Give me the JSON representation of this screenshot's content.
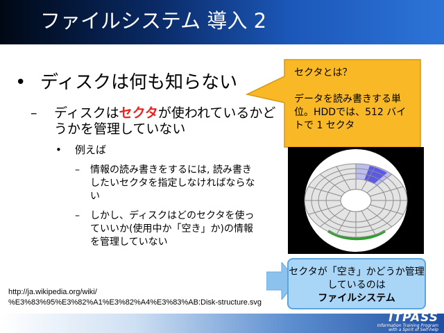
{
  "header": {
    "title": "ファイルシステム 導入 2"
  },
  "bullets": {
    "level1": {
      "mark": "•",
      "text": "ディスクは何も知らない"
    },
    "level2": {
      "dash": "–",
      "pre": "ディスクは",
      "highlight": "セクタ",
      "post": "が使われているかどうかを管理していない"
    },
    "level3": {
      "mark": "•",
      "text": "例えば"
    },
    "level4": [
      {
        "dash": "–",
        "text": "情報の読み書きをするには, 読み書きしたいセクタを指定しなければならない"
      },
      {
        "dash": "–",
        "text": "しかし、ディスクはどのセクタを使っていいか(使用中か「空き」か)の情報を管理していない"
      }
    ]
  },
  "callout": {
    "title": "セクタとは？",
    "body": "データを読み書きする単位。HDDでは、512 バイトで 1 セクタ",
    "color": "#f9b926"
  },
  "result": {
    "line1": "セクタが「空き」かどうか管理しているのは",
    "strong": "ファイルシステム",
    "color": "#a9d5f7"
  },
  "source": {
    "line1": "http://ja.wikipedia.org/wiki/",
    "line2": "%E3%83%95%E3%82%A1%E3%82%A4%E3%83%AB:Disk-structure.svg"
  },
  "logo": {
    "name": "ITPASS",
    "sub1": "Information Training Program",
    "sub2": "with a Spirit of Self-help"
  },
  "colors": {
    "title_bar_start": "#000814",
    "title_bar_end": "#2d74d8",
    "highlight": "#e8231c",
    "disk_sector": "#5a5ae6",
    "disk_track": "#2e9e2e"
  }
}
